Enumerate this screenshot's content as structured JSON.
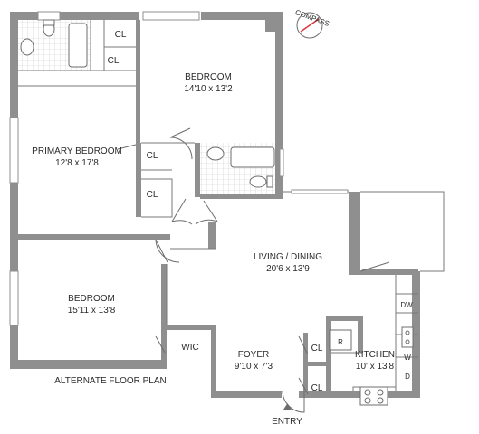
{
  "rooms": {
    "bedroom_top": {
      "name": "BEDROOM",
      "dims": "14'10 x 13'2"
    },
    "primary_bedroom": {
      "name": "PRIMARY BEDROOM",
      "dims": "12'8 x 17'8"
    },
    "living_dining": {
      "name": "LIVING / DINING",
      "dims": "20'6 x 13'9"
    },
    "bedroom_bottom": {
      "name": "BEDROOM",
      "dims": "15'11 x 13'8"
    },
    "foyer": {
      "name": "FOYER",
      "dims": "9'10 x 7'3"
    },
    "kitchen": {
      "name": "KITCHEN",
      "dims": "10' x 13'8"
    }
  },
  "closets": {
    "cl": "CL",
    "wic": "WIC"
  },
  "appliances": {
    "dishwasher": "DW",
    "refrigerator": "R",
    "washer": "W",
    "dryer": "D"
  },
  "labels": {
    "alternate_plan": "ALTERNATE FLOOR PLAN",
    "entry": "ENTRY",
    "compass": "COMPASS"
  },
  "colors": {
    "wall": "#8f8f8f",
    "text": "#2a2a2a",
    "compass_needle": "#d9333a"
  }
}
